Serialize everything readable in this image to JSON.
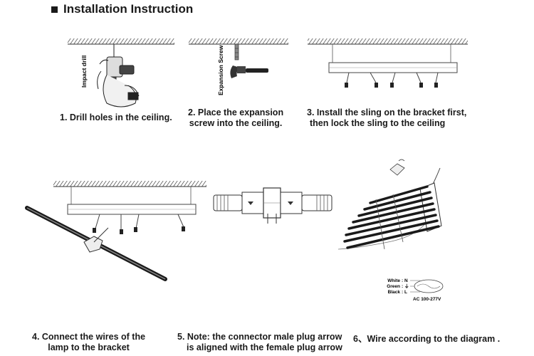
{
  "header": {
    "title": "Installation Instruction"
  },
  "steps": [
    {
      "line1": "1. Drill holes in the ceiling.",
      "tool": "Impact drill"
    },
    {
      "line1": "2. Place the expansion",
      "line2": "screw into the ceiling.",
      "tool": "Expansion Screw"
    },
    {
      "line1": "3. Install the sling on the bracket first,",
      "line2": "then lock the sling to the ceiling"
    },
    {
      "line1": "4. Connect the wires of the",
      "line2": "lamp to the bracket"
    },
    {
      "line1": "5. Note: the connector male plug arrow",
      "line2": "is aligned with the female plug arrow"
    },
    {
      "line1": "6、Wire according to the diagram ."
    }
  ],
  "wiring": {
    "rows": [
      {
        "color": "White",
        "term": ": N"
      },
      {
        "color": "Green",
        "term": ": ⏚"
      },
      {
        "color": "Black",
        "term": ": L"
      }
    ],
    "voltage": "AC 100-277V"
  }
}
